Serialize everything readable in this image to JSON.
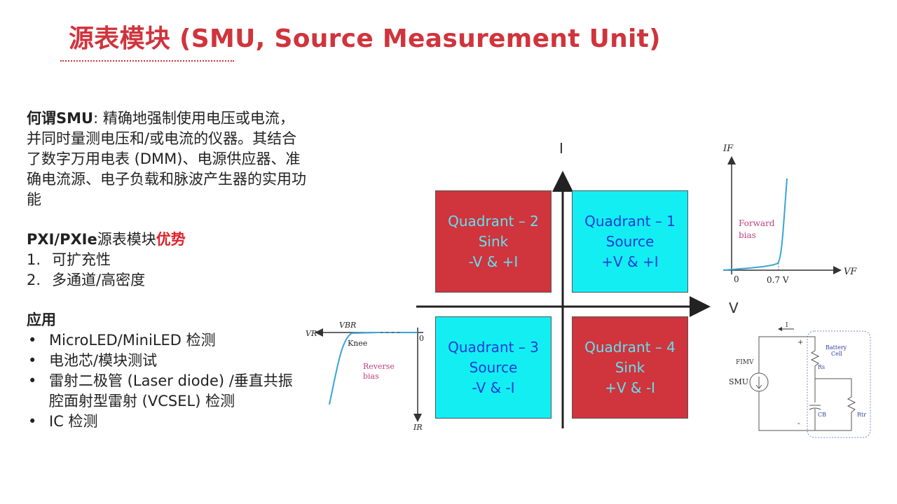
{
  "title": "源表模块 (SMU, Source Measurement Unit)",
  "intro": {
    "label": "何谓SMU",
    "text": ": 精确地强制使用电压或电流，并同时量测电压和/或电流的仪器。其结合了数字万用电表 (DMM)、电源供应器、准确电流源、电子负载和脉波产生器的实用功能"
  },
  "advantages": {
    "label_prefix": "PXI/PXIe",
    "label_mid": "源表模块",
    "label_highlight": "优势",
    "items": [
      "可扩充性",
      "多通道/高密度"
    ]
  },
  "applications": {
    "label": "应用",
    "items": [
      "MicroLED/MiniLED 检测",
      "电池芯/模块测试",
      "雷射二极管 (Laser diode) /垂直共振腔面射型雷射 (VCSEL) 检测",
      "IC 检测"
    ]
  },
  "quadrant_chart": {
    "y_axis": "I",
    "x_axis": "V",
    "quadrants": [
      {
        "name": "Quadrant – 2",
        "mode": "Sink",
        "sign": "-V & +I"
      },
      {
        "name": "Quadrant – 1",
        "mode": "Source",
        "sign": "+V & +I"
      },
      {
        "name": "Quadrant – 3",
        "mode": "Source",
        "sign": "-V & -I"
      },
      {
        "name": "Quadrant – 4",
        "mode": "Sink",
        "sign": "+V & -I"
      }
    ],
    "colors": {
      "sink": "#d0343c",
      "source": "#13eef3"
    }
  },
  "forward_plot": {
    "ylabel": "IF",
    "xlabel": "VF",
    "origin": "0",
    "knee_tick": "0.7 V",
    "annotation": [
      "Forward",
      "bias"
    ]
  },
  "reverse_plot": {
    "xlabel": "VR",
    "breakdown": "VBR",
    "knee": "Knee",
    "origin": "0",
    "ylabel": "IR",
    "annotation": [
      "Reverse",
      "bias"
    ]
  },
  "circuit": {
    "source_label": "SMU",
    "mode_label": "FIMV",
    "current": "I",
    "plus": "+",
    "minus": "-",
    "cell_label": [
      "Battery",
      "Cell"
    ],
    "rs": "Rs",
    "cb": "CB",
    "rtr": "Rtr"
  }
}
